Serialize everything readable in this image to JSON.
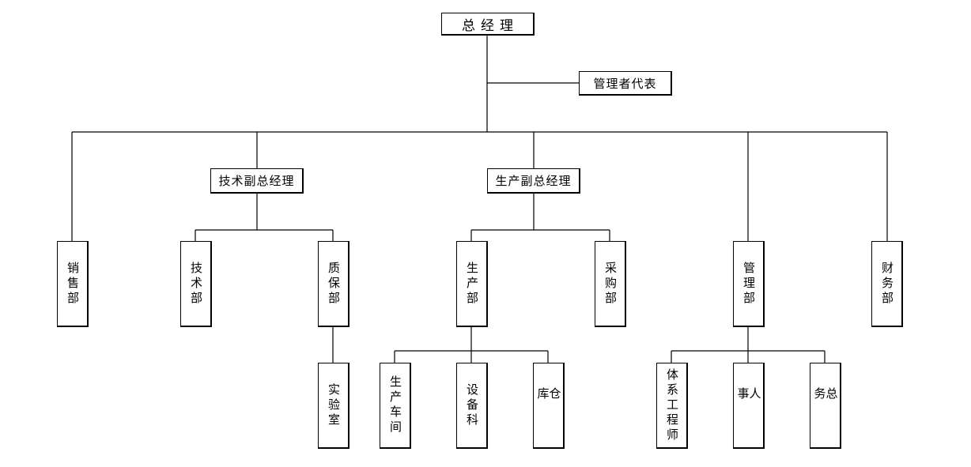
{
  "org_chart": {
    "ceo": "总经理",
    "management_representative": "管理者代表",
    "technical_vp": "技术副总经理",
    "production_vp": "生产副总经理",
    "departments": {
      "sales": "销售部",
      "technology": "技术部",
      "quality_assurance": "质保部",
      "production": "生产部",
      "purchasing": "采购部",
      "management": "管理部",
      "finance": "财务部"
    },
    "sub_units": {
      "laboratory": "实验室",
      "production_workshop": "生产车间",
      "equipment_section": "设备科",
      "warehouse": "仓库",
      "system_engineer": "体系工程师",
      "personnel": "人事",
      "general_affairs": "总务"
    }
  }
}
